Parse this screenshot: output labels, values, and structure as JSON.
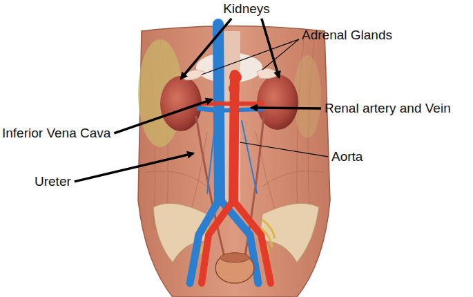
{
  "diagram": {
    "labels": [
      "Kidneys",
      "Adrenal Glands",
      "Renal artery and Vein",
      "Inferior Vena Cava",
      "Aorta",
      "Ureter"
    ]
  }
}
